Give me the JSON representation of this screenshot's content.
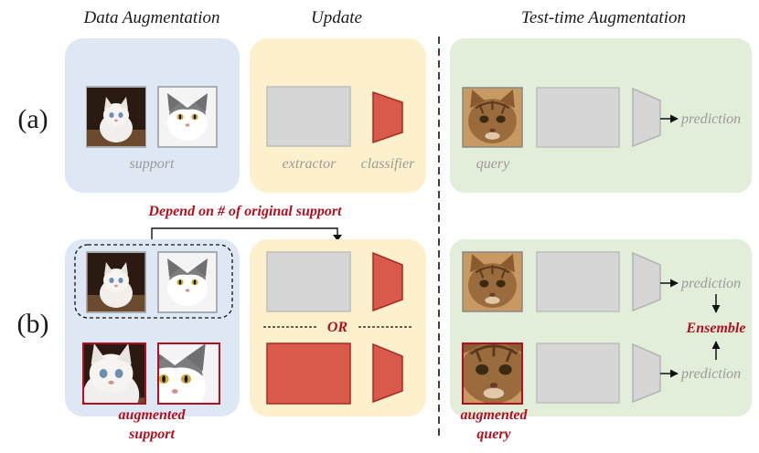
{
  "headers": {
    "data_augmentation": "Data Augmentation",
    "update": "Update",
    "test_time_augmentation": "Test-time Augmentation"
  },
  "rows": {
    "a": "(a)",
    "b": "(b)"
  },
  "row_a": {
    "support": "support",
    "extractor": "extractor",
    "classifier": "classifier",
    "query": "query",
    "prediction": "prediction"
  },
  "row_b": {
    "depend_note": "Depend on # of original support",
    "or": "OR",
    "augmented_support_line1": "augmented",
    "augmented_support_line2": "support",
    "augmented_query_line1": "augmented",
    "augmented_query_line2": "query",
    "ensemble": "Ensemble",
    "prediction_top": "prediction",
    "prediction_bottom": "prediction"
  },
  "colors": {
    "blue_panel": "#dde8f4",
    "yellow_panel": "#fdf0cc",
    "green_panel": "#e2eed9",
    "accent_red": "#d9594b",
    "label_red": "#b01020",
    "grey_box": "#d6d6d6"
  }
}
